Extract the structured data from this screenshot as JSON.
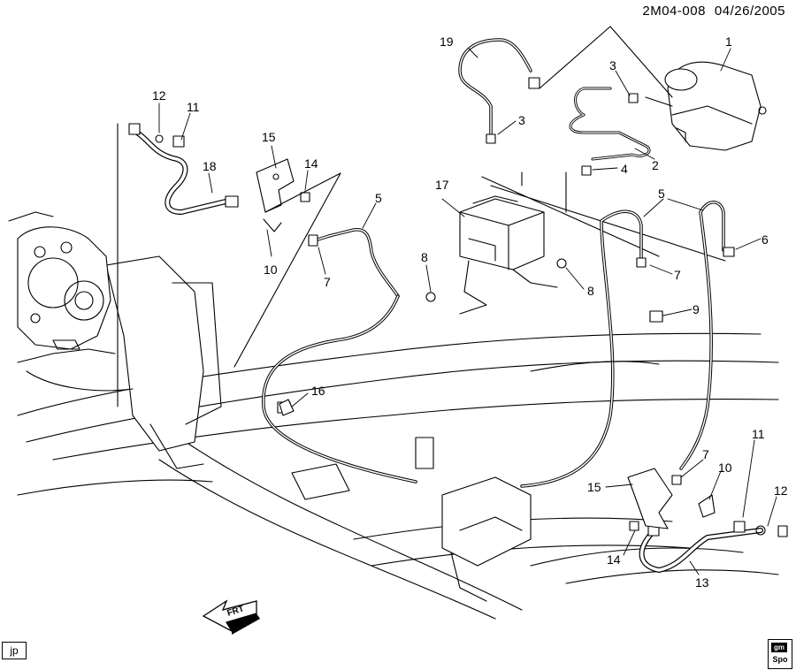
{
  "header": {
    "code": "2M04-008",
    "date": "04/26/2005"
  },
  "footer": {
    "left_tag": "jp",
    "badge_top": "gm",
    "badge_bottom": "Spo"
  },
  "arrow_label": "FRT",
  "callouts": {
    "n1": "1",
    "n2": "2",
    "n3a": "3",
    "n3b": "3",
    "n4": "4",
    "n5a": "5",
    "n5b": "5",
    "n6": "6",
    "n7a": "7",
    "n7b": "7",
    "n7c": "7",
    "n8a": "8",
    "n8b": "8",
    "n9": "9",
    "n10a": "10",
    "n10b": "10",
    "n11a": "11",
    "n11b": "11",
    "n12a": "12",
    "n12b": "12",
    "n13": "13",
    "n14a": "14",
    "n14b": "14",
    "n15a": "15",
    "n15b": "15",
    "n16": "16",
    "n17": "17",
    "n18": "18",
    "n19": "19"
  },
  "colors": {
    "ink": "#000000",
    "paper": "#ffffff",
    "shade": "#d9d9d9"
  }
}
